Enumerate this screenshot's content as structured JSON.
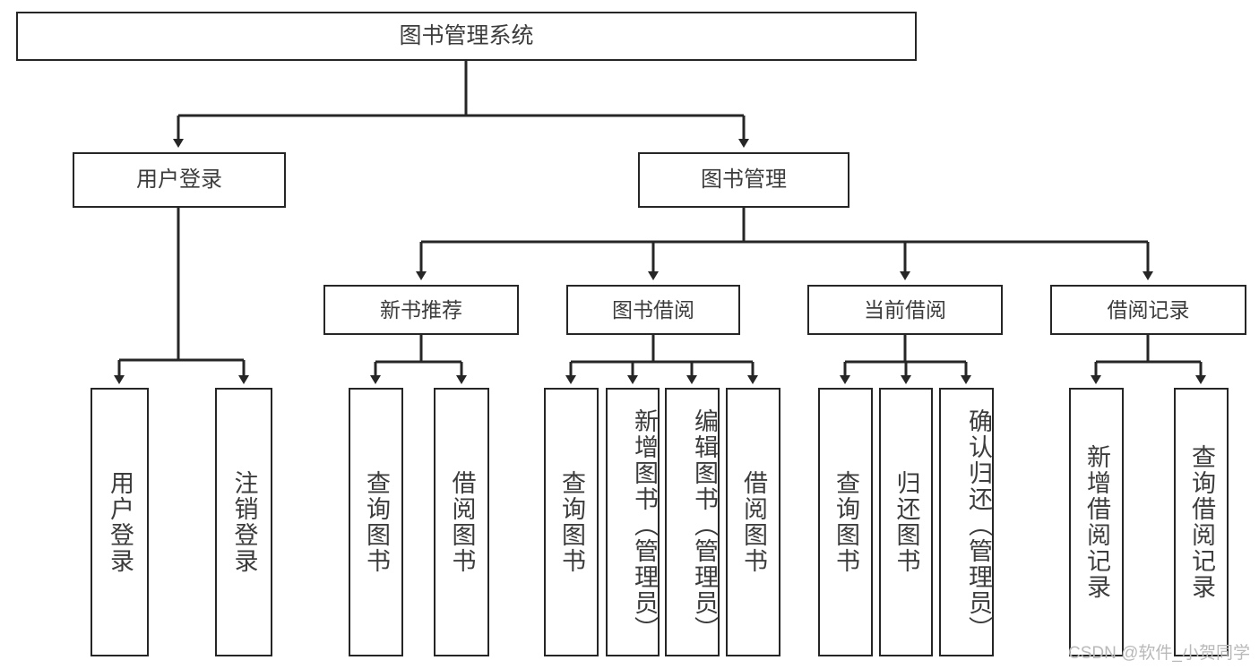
{
  "diagram": {
    "type": "tree-hierarchy",
    "title": "图书管理系统",
    "root": {
      "label": "图书管理系统"
    },
    "level2": [
      {
        "key": "user_login",
        "label": "用户登录"
      },
      {
        "key": "book_manage",
        "label": "图书管理"
      }
    ],
    "level3": [
      {
        "key": "new_book_rec",
        "label": "新书推荐"
      },
      {
        "key": "book_borrow",
        "label": "图书借阅"
      },
      {
        "key": "current_borrow",
        "label": "当前借阅"
      },
      {
        "key": "borrow_record",
        "label": "借阅记录"
      }
    ],
    "leaves": [
      {
        "key": "leaf1",
        "parent": "user_login",
        "label": "用户登录"
      },
      {
        "key": "leaf2",
        "parent": "user_login",
        "label": "注销登录"
      },
      {
        "key": "leaf3",
        "parent": "new_book_rec",
        "label": "查询图书"
      },
      {
        "key": "leaf4",
        "parent": "new_book_rec",
        "label": "借阅图书"
      },
      {
        "key": "leaf5",
        "parent": "book_borrow",
        "label": "查询图书"
      },
      {
        "key": "leaf6",
        "parent": "book_borrow",
        "label": "新增图书（管理员）"
      },
      {
        "key": "leaf7",
        "parent": "book_borrow",
        "label": "编辑图书（管理员）"
      },
      {
        "key": "leaf8",
        "parent": "book_borrow",
        "label": "借阅图书"
      },
      {
        "key": "leaf9",
        "parent": "current_borrow",
        "label": "查询图书"
      },
      {
        "key": "leaf10",
        "parent": "current_borrow",
        "label": "归还图书"
      },
      {
        "key": "leaf11",
        "parent": "current_borrow",
        "label": "确认归还（管理员）"
      },
      {
        "key": "leaf12",
        "parent": "borrow_record",
        "label": "新增借阅记录"
      },
      {
        "key": "leaf13",
        "parent": "borrow_record",
        "label": "查询借阅记录"
      }
    ],
    "colors": {
      "border": "#262626",
      "text": "#3c3c3c",
      "background": "#ffffff",
      "connector": "#262626",
      "watermark": "#b9b9b9"
    }
  },
  "watermark": {
    "text": "CSDN @软件_小贺同学"
  }
}
